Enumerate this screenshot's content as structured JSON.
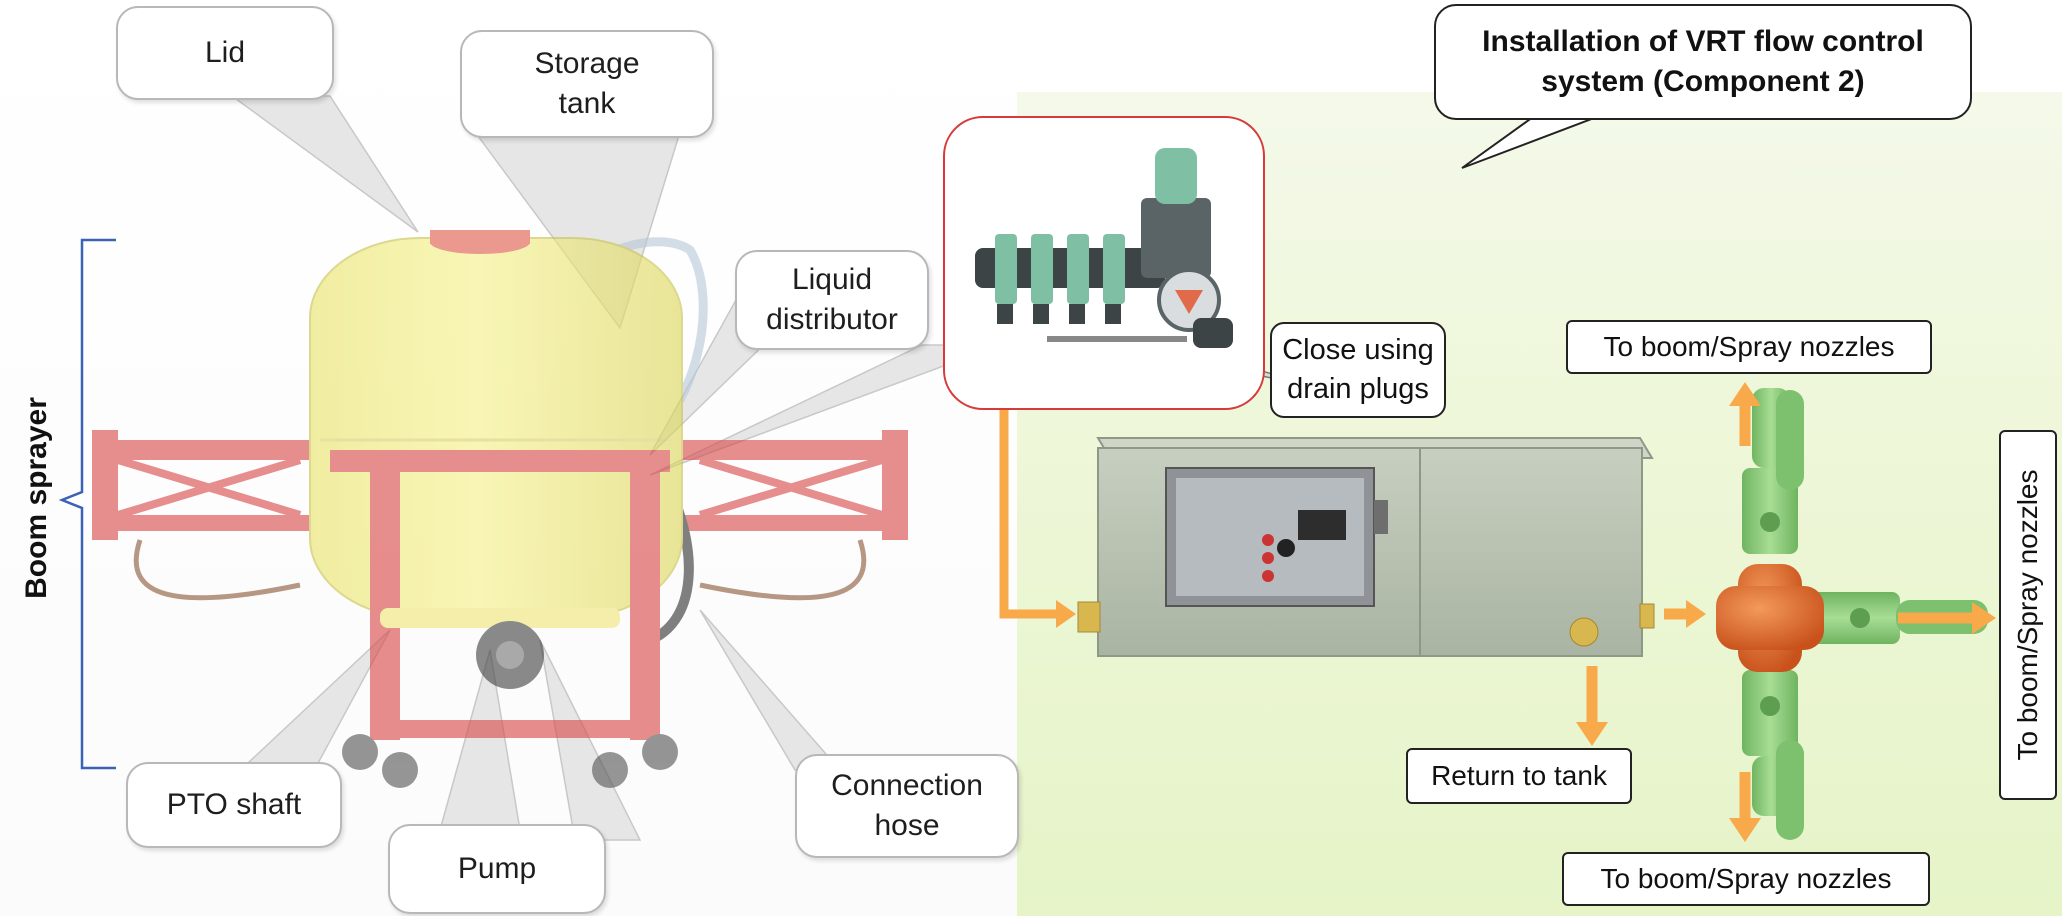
{
  "title": "Installation of VRT flow control\nsystem (Component 2)",
  "boom_sprayer_label": "Boom sprayer",
  "callouts": {
    "lid": "Lid",
    "storage_tank": "Storage\ntank",
    "liquid_distributor": "Liquid\ndistributor",
    "pto_shaft": "PTO shaft",
    "pump": "Pump",
    "connection_hose": "Connection\nhose"
  },
  "flow_labels": {
    "close_drain_plugs": "Close using\ndrain plugs",
    "to_boom_top": "To boom/Spray  nozzles",
    "to_boom_right": "To boom/Spray  nozzles",
    "to_boom_bottom": "To boom/Spray  nozzles",
    "return_to_tank": "Return to tank"
  },
  "colors": {
    "tank_yellow": "#f3ee7a",
    "frame_red": "#d9494a",
    "valve_green": "#8fc97f",
    "cross_orange": "#e0682a",
    "arrow_orange": "#f8a94a",
    "box_grey": "#b9c2b2",
    "inset_border": "#d63a3a"
  }
}
